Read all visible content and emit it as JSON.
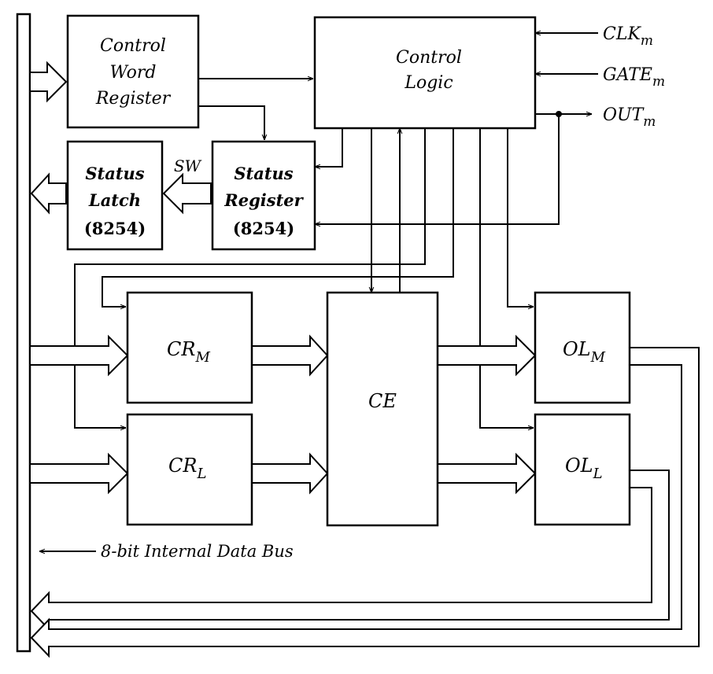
{
  "blocks": {
    "control_word_register": [
      "Control",
      "Word",
      "Register"
    ],
    "control_logic": [
      "Control",
      "Logic"
    ],
    "status_latch": [
      "Status",
      "Latch",
      "(8254)"
    ],
    "status_register": [
      "Status",
      "Register",
      "(8254)"
    ],
    "cr_m": {
      "main": "CR",
      "sub": "M"
    },
    "cr_l": {
      "main": "CR",
      "sub": "L"
    },
    "ce": "CE",
    "ol_m": {
      "main": "OL",
      "sub": "M"
    },
    "ol_l": {
      "main": "OL",
      "sub": "L"
    }
  },
  "signals": {
    "clk": {
      "main": "CLK",
      "sub": "m"
    },
    "gate": {
      "main": "GATE",
      "sub": "m"
    },
    "out": {
      "main": "OUT",
      "sub": "m"
    },
    "sw": "SW"
  },
  "bus_label": "8-bit Internal Data Bus"
}
